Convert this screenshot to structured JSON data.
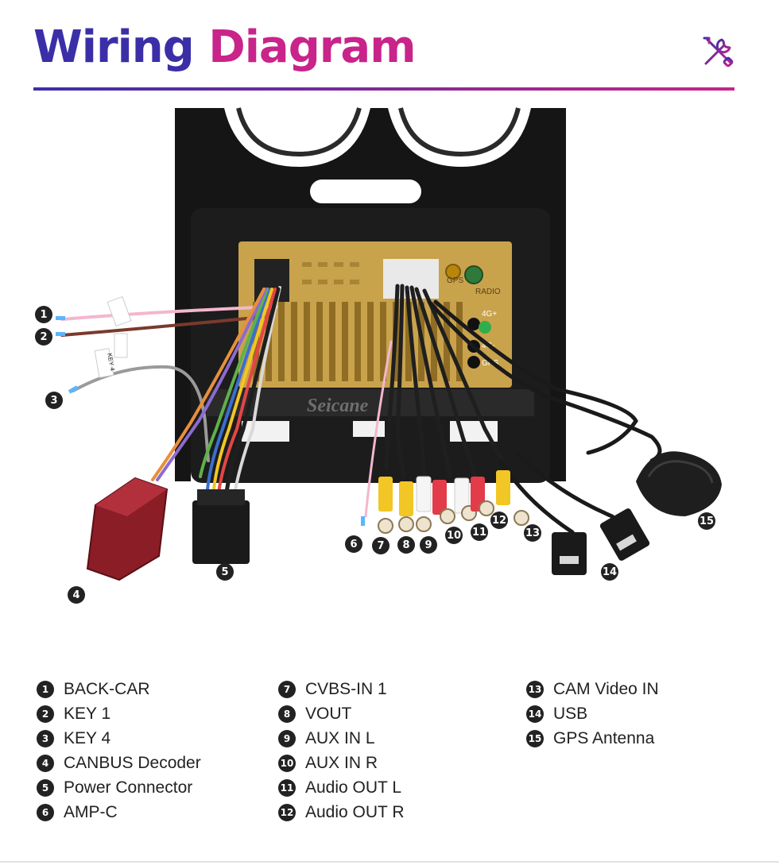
{
  "header": {
    "title_part1": "Wiring",
    "title_part2": "Diagram"
  },
  "colors": {
    "title_blue": "#3b2fa8",
    "title_magenta": "#c8248a",
    "panel_gold": "#c9a24c",
    "frame_black": "#151515"
  },
  "icons": {
    "header": "tools-icon"
  },
  "photo_labels": {
    "gps": "GPS",
    "radio": "RADIO",
    "port_4g_plus": "4G+",
    "port_4g_minus": "4G-",
    "port_gps": "GPS",
    "brand": "Seicane",
    "key4_tag": "KEY 4"
  },
  "callouts": [
    "1",
    "2",
    "3",
    "4",
    "5",
    "6",
    "7",
    "8",
    "9",
    "10",
    "11",
    "12",
    "13",
    "14",
    "15"
  ],
  "legend": [
    {
      "num": "1",
      "label": "BACK-CAR"
    },
    {
      "num": "2",
      "label": "KEY 1"
    },
    {
      "num": "3",
      "label": "KEY 4"
    },
    {
      "num": "4",
      "label": "CANBUS Decoder"
    },
    {
      "num": "5",
      "label": "Power Connector"
    },
    {
      "num": "6",
      "label": "AMP-C"
    },
    {
      "num": "7",
      "label": "CVBS-IN 1"
    },
    {
      "num": "8",
      "label": "VOUT"
    },
    {
      "num": "9",
      "label": "AUX IN L"
    },
    {
      "num": "10",
      "label": "AUX IN R"
    },
    {
      "num": "11",
      "label": "Audio OUT L"
    },
    {
      "num": "12",
      "label": "Audio OUT R"
    },
    {
      "num": "13",
      "label": "CAM Video IN"
    },
    {
      "num": "14",
      "label": "USB"
    },
    {
      "num": "15",
      "label": "GPS Antenna"
    }
  ]
}
